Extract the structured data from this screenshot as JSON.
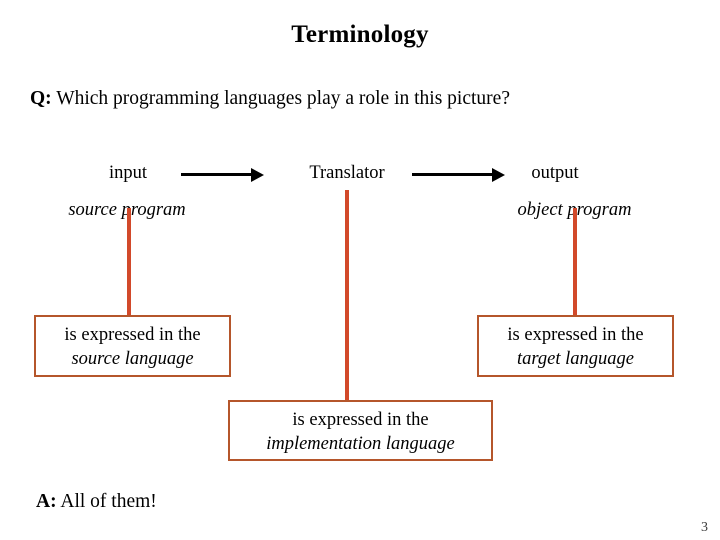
{
  "slide": {
    "title": "Terminology",
    "page_number": "3",
    "accent_color": "#D2492A",
    "box_border_color": "#B5562B",
    "arrow_color": "#000000",
    "background_color": "#FFFFFF"
  },
  "question": {
    "marker": "Q:",
    "text": " Which programming languages play a role in this picture?"
  },
  "answer": {
    "marker": "A:",
    "text": " All of them!"
  },
  "flow": {
    "nodes": [
      {
        "label": "input",
        "sublabel": "source program"
      },
      {
        "label": "Translator",
        "sublabel": ""
      },
      {
        "label": "output",
        "sublabel": "object program"
      }
    ],
    "arrows": [
      {
        "from": "input",
        "to": "Translator",
        "icon": "right-arrow-icon"
      },
      {
        "from": "Translator",
        "to": "output",
        "icon": "right-arrow-icon"
      }
    ]
  },
  "boxes": [
    {
      "id": "source",
      "line1": "is expressed in the",
      "line2": "source language",
      "connects_to": "source program"
    },
    {
      "id": "target",
      "line1": "is expressed in the",
      "line2": "target language",
      "connects_to": "object program"
    },
    {
      "id": "implementation",
      "line1": "is expressed in the",
      "line2": "implementation language",
      "connects_to": "Translator"
    }
  ]
}
